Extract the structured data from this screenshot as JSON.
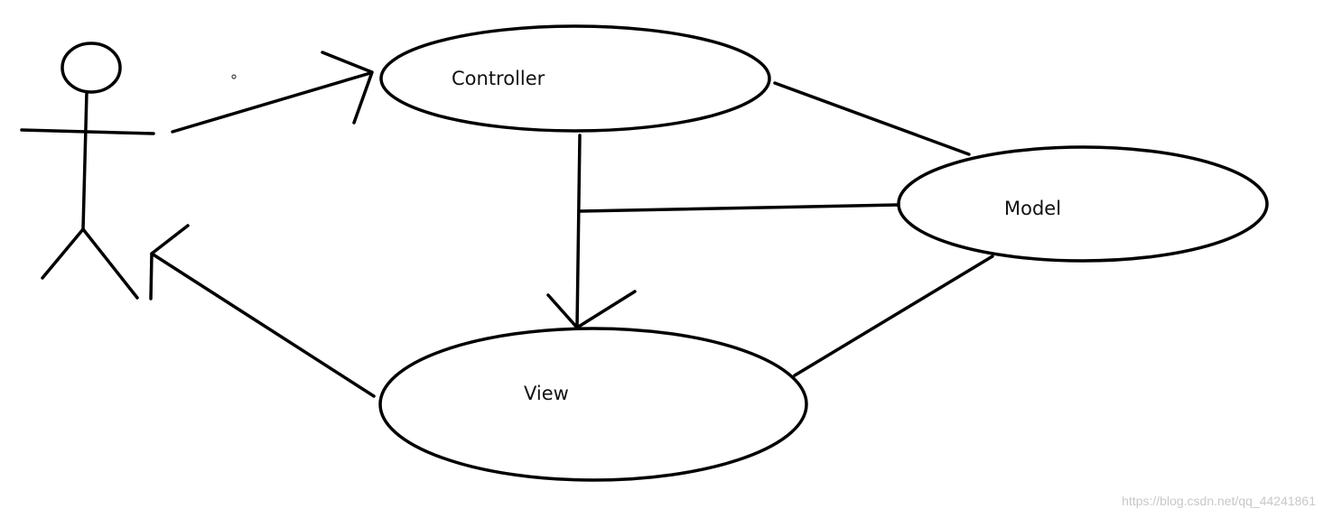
{
  "diagram": {
    "nodes": {
      "controller": {
        "label": "Controller"
      },
      "model": {
        "label": "Model"
      },
      "view": {
        "label": "View"
      }
    },
    "actor": {
      "icon": "stick-figure-icon"
    },
    "edges": [
      {
        "from": "actor",
        "to": "controller",
        "type": "arrow"
      },
      {
        "from": "controller",
        "to": "view",
        "type": "arrow"
      },
      {
        "from": "view",
        "to": "actor",
        "type": "arrow"
      },
      {
        "from": "controller",
        "to": "model",
        "type": "line"
      },
      {
        "from": "model",
        "to": "view",
        "type": "line"
      },
      {
        "from": "model",
        "to": "controller-view-link",
        "type": "line"
      }
    ]
  },
  "watermark": "https://blog.csdn.net/qq_44241861",
  "colors": {
    "stroke": "#000000",
    "background": "#ffffff",
    "watermark": "#c8c8c8"
  }
}
